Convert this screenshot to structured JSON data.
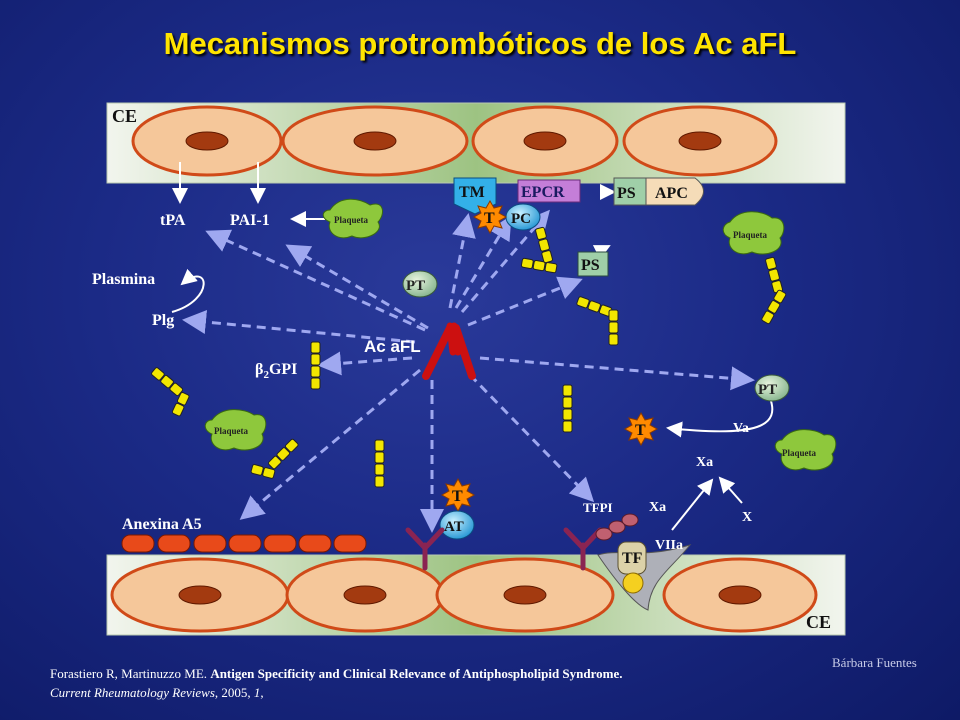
{
  "title": "Mecanismos protrombóticos de los Ac aFL",
  "labels": {
    "ce_top": "CE",
    "ce_bottom": "CE",
    "tpa": "tPA",
    "pai1": "PAI-1",
    "plasmina": "Plasmina",
    "plg": "Plg",
    "b2gpi_beta": "β",
    "b2gpi_sub": "2",
    "b2gpi_rest": "GPI",
    "ac_afl": "Ac aFL",
    "anexina": "Anexina A5",
    "tm": "TM",
    "epcr": "EPCR",
    "ps_apc": "PS",
    "apc": "APC",
    "pc": "PC",
    "ps": "PS",
    "pt1": "PT",
    "pt2": "PT",
    "t1": "T",
    "t2": "T",
    "t3": "T",
    "at": "AT",
    "tfpi": "TFPI",
    "tf": "TF",
    "viia": "VIIa",
    "xa1": "Xa",
    "xa2": "Xa",
    "x": "X",
    "va": "Va",
    "plaqueta1": "Plaqueta",
    "plaqueta2": "Plaqueta",
    "plaqueta3": "Plaqueta",
    "plaqueta4": "Plaqueta"
  },
  "reference": {
    "authors": "Forastiero R, Martinuzzo ME.",
    "article": "Antigen Specificity and Clinical Relevance of Antiphospholipid Syndrome.",
    "journal": "Current Rheumatology Reviews",
    "details": ", 2005,",
    "volume": "1",
    "end": ","
  },
  "author_credit": "Bárbara Fuentes",
  "colors": {
    "title": "#ffe400",
    "cell": "#f5c79a",
    "nucleus": "#a33a10",
    "membrane": "#a6c98a",
    "arrow": "#9fa8f0",
    "thrombin": "#ff8a00",
    "platelet": "#8ec83c",
    "b2gpi": "#f2e600",
    "antibody": "#cc1010",
    "annexin": "#e84a1a",
    "receptor": "#8a2452",
    "tm": "#33b0e8",
    "epcr": "#c47ed8",
    "factor": "#9fcfa8"
  }
}
